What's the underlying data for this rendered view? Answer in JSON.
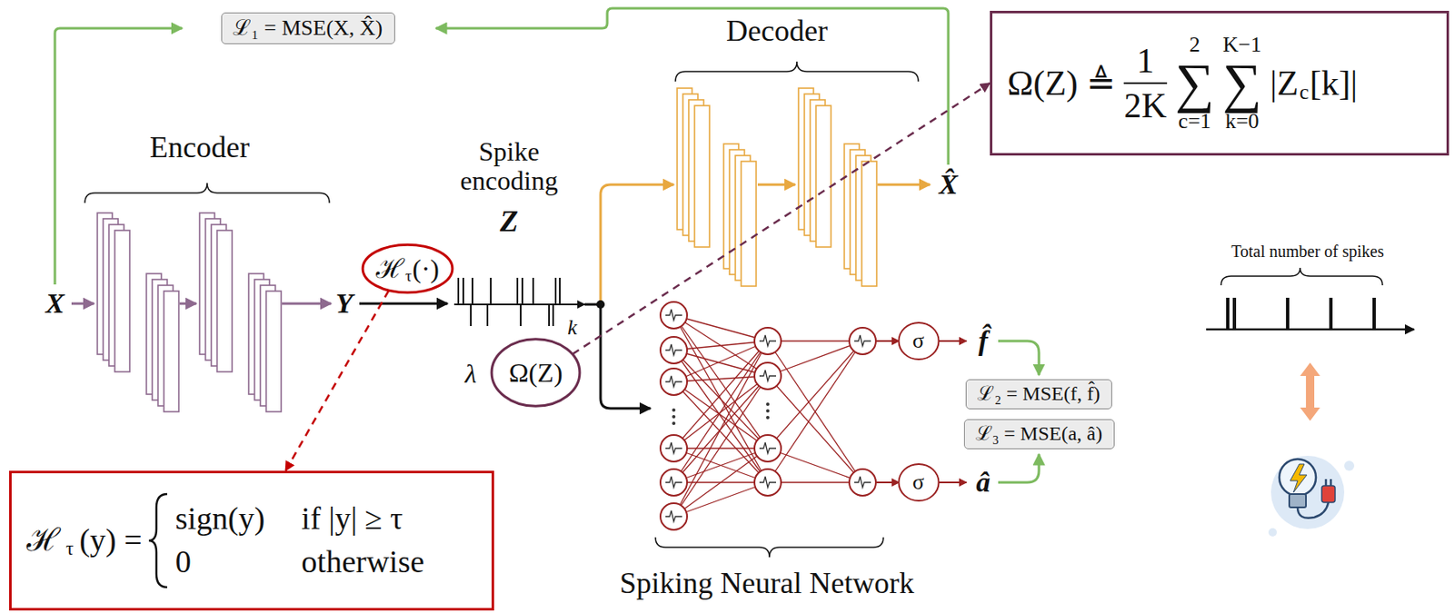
{
  "diagram": {
    "nodes": [
      {
        "text": [
          "ℒ₁ = MSE(X, X̂)"
        ]
      },
      {
        "text": [
          "Ω(Z) ≜",
          "1",
          "2K",
          "2",
          "∑",
          "c=1",
          "K−1",
          "∑",
          "k=0",
          "|Z",
          "c",
          "[k]|"
        ]
      },
      {
        "text": [
          "ℋ",
          "τ",
          "(·)"
        ]
      },
      {
        "text": [
          "Ω(Z)"
        ]
      },
      {
        "text": [
          "σ"
        ]
      },
      {
        "text": [
          "σ"
        ]
      },
      {
        "text": [
          "ℒ₂ = MSE(f, f̂)"
        ]
      },
      {
        "text": [
          "ℒ₃ = MSE(a, â)"
        ]
      },
      {
        "text": [
          "ℋ",
          "τ",
          "(y) =",
          "sign(y)",
          "if |y| ≥ τ",
          "0",
          "otherwise"
        ]
      }
    ],
    "edges": [
      {
        "from": 2,
        "to": 8,
        "arrow": "to"
      },
      {
        "from": 3,
        "to": 1,
        "arrow": "to"
      }
    ],
    "labels": [
      "Encoder",
      "Decoder",
      "Spike encoding",
      "Z",
      "Spiking Neural Network",
      "X",
      "Y",
      "X̂",
      "k",
      "λ",
      "f̂",
      "â",
      "Total number of spikes"
    ]
  }
}
